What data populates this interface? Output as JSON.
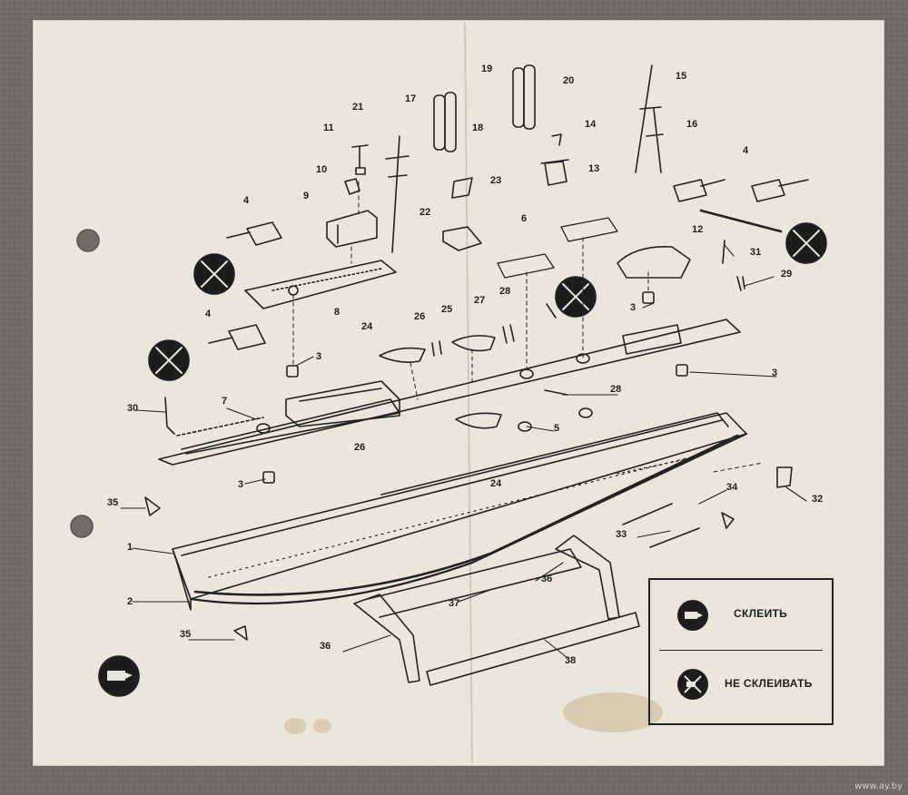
{
  "callouts": {
    "n1": "1",
    "n2": "2",
    "n3a": "3",
    "n3b": "3",
    "n3c": "3",
    "n3d": "3",
    "n4a": "4",
    "n4b": "4",
    "n4c": "4",
    "n5": "5",
    "n6": "6",
    "n7": "7",
    "n8": "8",
    "n9": "9",
    "n10": "10",
    "n11": "11",
    "n12": "12",
    "n13": "13",
    "n14": "14",
    "n15": "15",
    "n16": "16",
    "n17": "17",
    "n18": "18",
    "n19": "19",
    "n20": "20",
    "n21": "21",
    "n22": "22",
    "n23": "23",
    "n24a": "24",
    "n24b": "24",
    "n25": "25",
    "n26a": "26",
    "n26b": "26",
    "n27": "27",
    "n28a": "28",
    "n28b": "28",
    "n29": "29",
    "n30": "30",
    "n31": "31",
    "n32": "32",
    "n33": "33",
    "n34": "34",
    "n35a": "35",
    "n35b": "35",
    "n36a": "36",
    "n36b": "36",
    "n37": "37",
    "n38": "38"
  },
  "legend": {
    "glue_label": "СКЛЕИТЬ",
    "no_glue_label": "НЕ СКЛЕИВАТЬ",
    "glue_icon": "glue-tube-icon",
    "no_glue_icon": "no-glue-crossed-icon"
  },
  "watermark": "www.ay.by",
  "colors": {
    "sheet": "#e9e6dc",
    "ink": "#222222",
    "background": "#6f6b66"
  }
}
